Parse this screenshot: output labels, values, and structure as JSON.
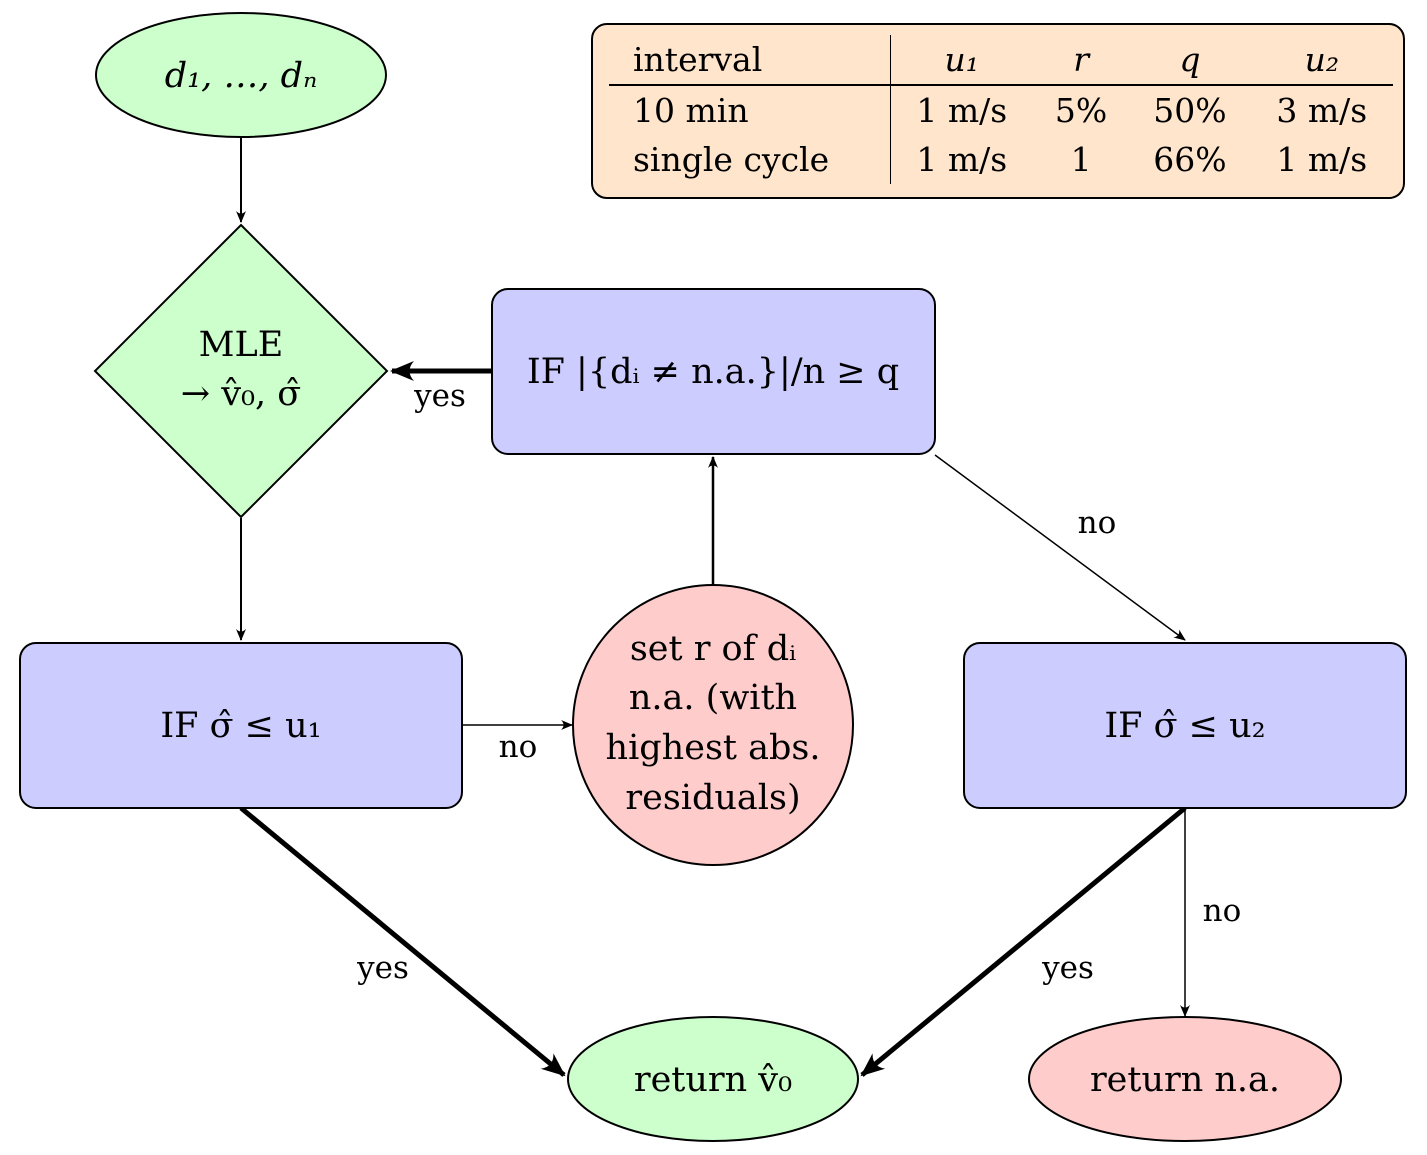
{
  "colors": {
    "terminal_success_fill": "#ccffcc",
    "terminal_fail_fill": "#ffcccc",
    "decision_fill": "#ccccff",
    "mle_fill": "#ccffcc",
    "table_fill": "#ffe5cc",
    "stroke": "#000000"
  },
  "nodes": {
    "input": {
      "text": "d₁, …, dₙ",
      "shape": "ellipse"
    },
    "mle": {
      "line1": "MLE",
      "line2": "→ v̂₀, σ̂",
      "shape": "diamond"
    },
    "check_fraction": {
      "text": "IF |{dᵢ ≠ n.a.}|/n ≥ q",
      "shape": "rounded-rectangle"
    },
    "check_u1": {
      "text": "IF σ̂  ≤  u₁",
      "shape": "rounded-rectangle"
    },
    "set_na": {
      "lines": [
        "set r of dᵢ",
        "n.a. (with",
        "highest abs.",
        "residuals)"
      ],
      "shape": "circle"
    },
    "check_u2": {
      "text": "IF σ̂  ≤  u₂",
      "shape": "rounded-rectangle"
    },
    "return_v0": {
      "text": "return v̂₀",
      "shape": "ellipse"
    },
    "return_na": {
      "text": "return n.a.",
      "shape": "ellipse"
    }
  },
  "edges": [
    {
      "from": "input",
      "to": "mle",
      "label": "",
      "weight": "thin"
    },
    {
      "from": "check_fraction",
      "to": "mle",
      "label": "yes",
      "weight": "thick"
    },
    {
      "from": "mle",
      "to": "check_u1",
      "label": "",
      "weight": "thin"
    },
    {
      "from": "check_u1",
      "to": "set_na",
      "label": "no",
      "weight": "thin"
    },
    {
      "from": "set_na",
      "to": "check_fraction",
      "label": "",
      "weight": "thin"
    },
    {
      "from": "check_fraction",
      "to": "check_u2",
      "label": "no",
      "weight": "thin"
    },
    {
      "from": "check_u1",
      "to": "return_v0",
      "label": "yes",
      "weight": "thick"
    },
    {
      "from": "check_u2",
      "to": "return_v0",
      "label": "yes",
      "weight": "thick"
    },
    {
      "from": "check_u2",
      "to": "return_na",
      "label": "no",
      "weight": "thin"
    }
  ],
  "labels": {
    "yes": "yes",
    "no": "no"
  },
  "table": {
    "headers": [
      "interval",
      "u₁",
      "r",
      "q",
      "u₂"
    ],
    "rows": [
      [
        "10 min",
        "1 m/s",
        "5%",
        "50%",
        "3 m/s"
      ],
      [
        "single cycle",
        "1 m/s",
        "1",
        "66%",
        "1 m/s"
      ]
    ]
  }
}
